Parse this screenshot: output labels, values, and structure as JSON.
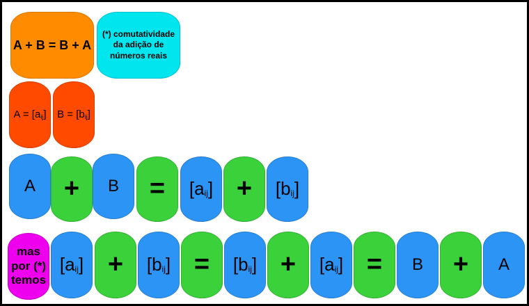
{
  "colors": {
    "orange": "#ff8c00",
    "cyan": "#00e5ee",
    "red_orange": "#ff4a00",
    "blue": "#2c94f5",
    "green": "#3bd13b",
    "magenta": "#ee00ee"
  },
  "row1": {
    "equation": "A + B = B + A",
    "note": "(*) comutatividade da adição de números reais"
  },
  "row2": {
    "a_def": {
      "prefix": "A = [a",
      "sub": "ij",
      "suffix": "]"
    },
    "b_def": {
      "prefix": "B = [b",
      "sub": "ij",
      "suffix": "]"
    }
  },
  "row3": {
    "t1": "A",
    "t2": "+",
    "t3": "B",
    "t4": "=",
    "t5": {
      "prefix": "[a",
      "sub": "ij",
      "suffix": "]"
    },
    "t6": "+",
    "t7": {
      "prefix": "[b",
      "sub": "ij",
      "suffix": "]"
    }
  },
  "row4": {
    "intro": "mas por (*) temos",
    "t1": {
      "prefix": "[a",
      "sub": "ij",
      "suffix": "]"
    },
    "t2": "+",
    "t3": {
      "prefix": "[b",
      "sub": "ij",
      "suffix": "]"
    },
    "t4": "=",
    "t5": {
      "prefix": "[b",
      "sub": "ij",
      "suffix": "]"
    },
    "t6": "+",
    "t7": {
      "prefix": "[a",
      "sub": "ij",
      "suffix": "]"
    },
    "t8": "=",
    "t9": "B",
    "t10": "+",
    "t11": "A"
  }
}
